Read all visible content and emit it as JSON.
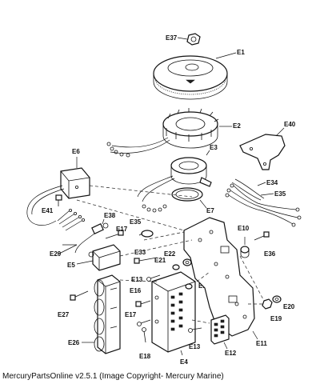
{
  "caption": "MercuryPartsOnline v2.5.1 (Image Copyright- Mercury Marine)",
  "labels": {
    "E1": "E1",
    "E2": "E2",
    "E3": "E3",
    "E4": "E4",
    "E5": "E5",
    "E6": "E6",
    "E7": "E7",
    "E10": "E10",
    "E11": "E11",
    "E12": "E12",
    "E13a": "E13",
    "E13b": "E13",
    "E14": "E14",
    "E16": "E16",
    "E17a": "E17",
    "E17b": "E17",
    "E18": "E18",
    "E19": "E19",
    "E20": "E20",
    "E21": "E21",
    "E22": "E22",
    "E26": "E26",
    "E27": "E27",
    "E29": "E29",
    "E33": "E33",
    "E34": "E34",
    "E35a": "E35",
    "E35b": "E35",
    "E36": "E36",
    "E37": "E37",
    "E38": "E38",
    "E40": "E40",
    "E41": "E41"
  }
}
